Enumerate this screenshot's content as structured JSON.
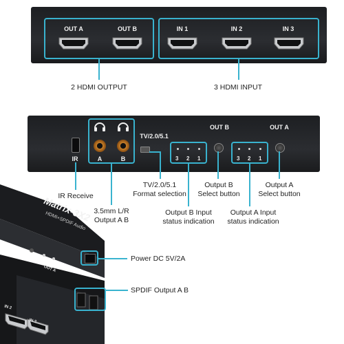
{
  "top_panel": {
    "ports": [
      {
        "label": "OUT A"
      },
      {
        "label": "OUT B"
      },
      {
        "label": "IN 1"
      },
      {
        "label": "IN 2"
      },
      {
        "label": "IN 3"
      }
    ]
  },
  "top_captions": {
    "output": "2 HDMI OUTPUT",
    "input": "3 HDMI INPUT"
  },
  "back_panel": {
    "ir_label": "IR",
    "audio_a": "A",
    "audio_b": "B",
    "format_label": "TV/2.0/5.1",
    "out_b_label": "OUT B",
    "out_a_label": "OUT A",
    "out_b_leds": [
      "3",
      "2",
      "1"
    ],
    "out_a_leds": [
      "3",
      "2",
      "1"
    ]
  },
  "callouts": {
    "ir": "IR Receive",
    "format_l1": "TV/2.0/5.1",
    "format_l2": "Format selection",
    "out_b_l1": "Output B",
    "out_b_l2": "Select button",
    "out_a_l1": "Output A",
    "out_a_l2": "Select button",
    "audio_l1": "3.5mm L/R",
    "audio_l2": "Output A B",
    "status_b_l1": "Output B Input",
    "status_b_l2": "status indication",
    "status_a_l1": "Output A Input",
    "status_a_l2": "status indication",
    "power": "Power DC 5V/2A",
    "spdif": "SPDIF Output A B"
  },
  "device": {
    "brand_l1": "Matrix-3X2",
    "brand_l2": "HDMI+SPDIF Audio",
    "out_a_small": "OUT A",
    "in2_small": "IN 2",
    "in3_small": "IN 3"
  },
  "colors": {
    "accent": "#39b3cf",
    "panel": "#222428"
  }
}
